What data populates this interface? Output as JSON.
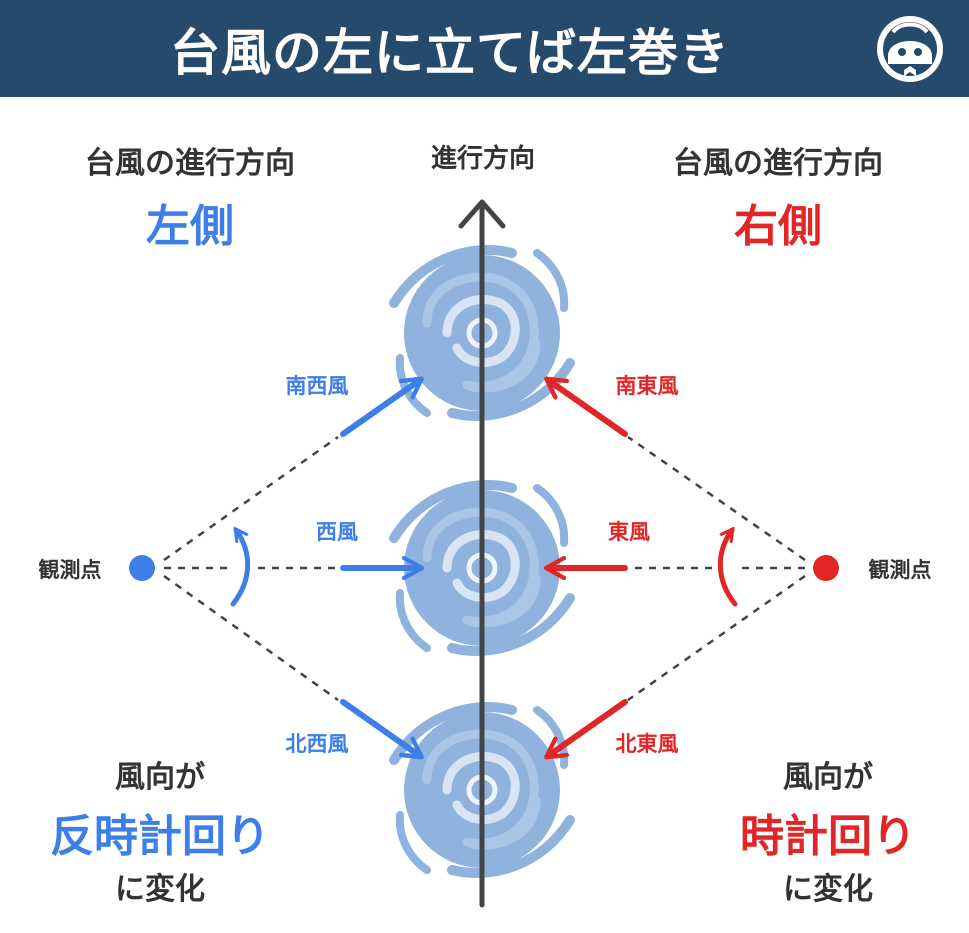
{
  "header": {
    "title": "台風の左に立てば左巻き"
  },
  "direction_label": "進行方向",
  "left": {
    "heading": "台風の進行方向",
    "side": "左側",
    "observer": "観測点",
    "winds": [
      "南西風",
      "西風",
      "北西風"
    ],
    "summary_top": "風向が",
    "summary_main": "反時計回り",
    "summary_bottom": "に変化"
  },
  "right": {
    "heading": "台風の進行方向",
    "side": "右側",
    "observer": "観測点",
    "winds": [
      "南東風",
      "東風",
      "北東風"
    ],
    "summary_top": "風向が",
    "summary_main": "時計回り",
    "summary_bottom": "に変化"
  },
  "colors": {
    "header_bg": "#264a6b",
    "left_accent": "#3d7ee8",
    "right_accent": "#e02626",
    "typhoon": "#8fb3dc"
  },
  "icons": {
    "logo": "mascot-logo-icon",
    "typhoon": "typhoon-icon",
    "observer": "observation-point-icon"
  }
}
